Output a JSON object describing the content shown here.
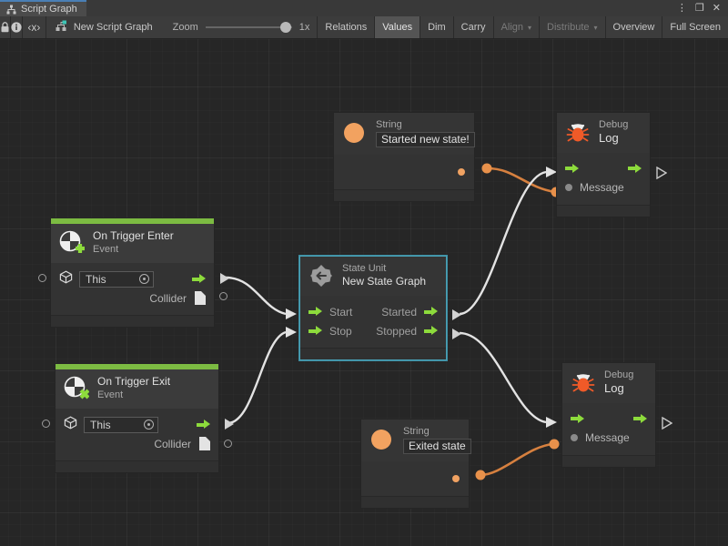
{
  "window": {
    "tab_title": "Script Graph",
    "tab_icon": "graph-hierarchy-icon",
    "controls": {
      "menu": "⋮",
      "maximize": "❐",
      "close": "✕"
    }
  },
  "toolbar": {
    "lock_icon": "lock-icon",
    "info_icon": "info-icon",
    "code_icon": "‹x›",
    "graph_name": "New Script Graph",
    "zoom_label": "Zoom",
    "zoom_value": "1x",
    "buttons": [
      {
        "label": "Relations",
        "state": "normal"
      },
      {
        "label": "Values",
        "state": "active"
      },
      {
        "label": "Dim",
        "state": "normal"
      },
      {
        "label": "Carry",
        "state": "normal"
      },
      {
        "label": "Align",
        "state": "dim",
        "caret": "▾"
      },
      {
        "label": "Distribute",
        "state": "dim",
        "caret": "▾"
      },
      {
        "label": "Overview",
        "state": "normal"
      },
      {
        "label": "Full Screen",
        "state": "normal"
      }
    ]
  },
  "graph": {
    "accent_green": "#7cbb42",
    "flow_green": "#8ddb3c",
    "value_orange": "#e8914b",
    "selection_teal": "#4aa0b5",
    "nodes": {
      "string_top": {
        "sub": "String",
        "value": "Started new state!",
        "icon": "string-value-icon"
      },
      "string_bottom": {
        "sub": "String",
        "value": "Exited state",
        "icon": "string-value-icon"
      },
      "debug_log_top": {
        "sub": "Debug",
        "title": "Log",
        "icon": "bug-icon",
        "input_port": "Message"
      },
      "debug_log_bottom": {
        "sub": "Debug",
        "title": "Log",
        "icon": "bug-icon",
        "input_port": "Message"
      },
      "on_trigger_enter": {
        "title": "On Trigger Enter",
        "sub": "Event",
        "icon": "event-plus-icon",
        "target_value": "This",
        "output_port": "Collider"
      },
      "on_trigger_exit": {
        "title": "On Trigger Exit",
        "sub": "Event",
        "icon": "event-cross-icon",
        "target_value": "This",
        "output_port": "Collider"
      },
      "state_unit": {
        "sub": "State Unit",
        "title": "New State Graph",
        "icon": "state-unit-icon",
        "selected": true,
        "inputs": [
          "Start",
          "Stop"
        ],
        "outputs": [
          "Started",
          "Stopped"
        ]
      }
    }
  }
}
